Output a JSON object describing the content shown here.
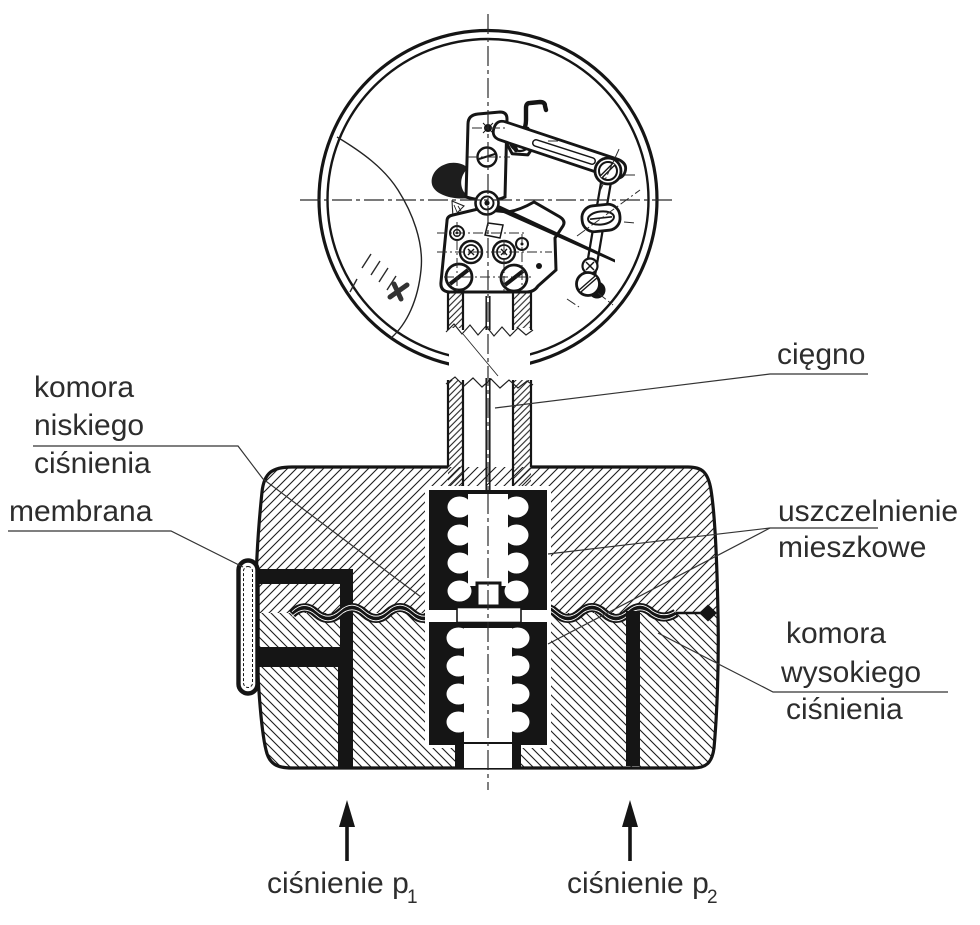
{
  "diagram": {
    "type": "technical-cross-section",
    "subject": "differential pressure gauge with bellows seals (cutaway drawing)",
    "language": "pl"
  },
  "labels": {
    "ciegno": "cięgno",
    "komora_niskiego": {
      "line1": "komora",
      "line2": "niskiego",
      "line3": "ciśnienia"
    },
    "membrana": "membrana",
    "uszczelnienie": {
      "line1": "uszczelnienie",
      "line2": "mieszkowe"
    },
    "komora_wysokiego": {
      "line1": "komora",
      "line2": "wysokiego",
      "line3": "ciśnienia"
    },
    "cisnienie_p1": {
      "text": "ciśnienie p",
      "sub": "1"
    },
    "cisnienie_p2": {
      "text": "ciśnienie p",
      "sub": "2"
    }
  },
  "colors": {
    "ink": "#151515",
    "text": "#2d2d2d",
    "background": "#ffffff"
  }
}
